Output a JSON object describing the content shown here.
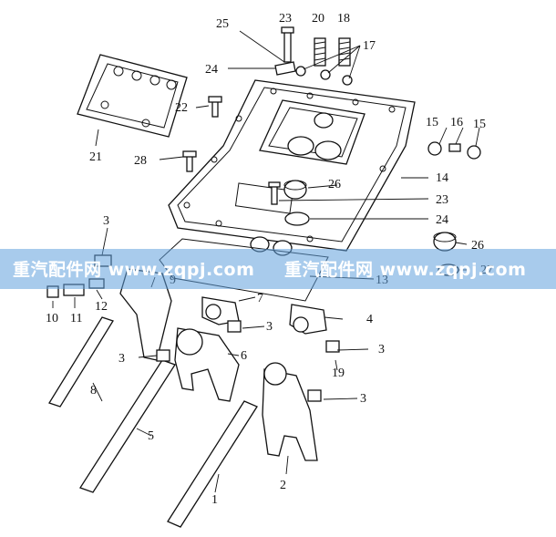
{
  "labels": {
    "l1": "1",
    "l2": "2",
    "l3a": "3",
    "l3b": "3",
    "l3c": "3",
    "l3d": "3",
    "l3e": "3",
    "l4": "4",
    "l5": "5",
    "l6": "6",
    "l7": "7",
    "l8": "8",
    "l9": "9",
    "l10": "10",
    "l11": "11",
    "l12": "12",
    "l13": "13",
    "l14": "14",
    "l15a": "15",
    "l15b": "15",
    "l16": "16",
    "l17": "17",
    "l18": "18",
    "l19": "19",
    "l20": "20",
    "l21": "21",
    "l22": "22",
    "l23a": "23",
    "l23b": "23",
    "l24a": "24",
    "l24b": "24",
    "l25": "25",
    "l26a": "26",
    "l26b": "26",
    "l27": "27",
    "l28": "28"
  },
  "watermark": {
    "left": "重汽配件网 www.zqpj.com",
    "right": "重汽配件网 www.zqpj.com"
  },
  "colors": {
    "line": "#111111",
    "watermark_band": "#60a0dc"
  }
}
